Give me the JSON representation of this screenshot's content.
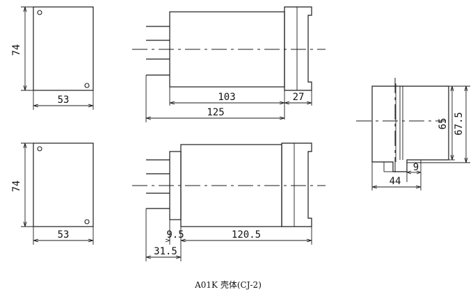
{
  "caption": "A01K 壳体(CJ-2)",
  "views": {
    "front_top": {
      "height_label": "74",
      "width_label": "53"
    },
    "side_top": {
      "body_label": "103",
      "flange_label": "27",
      "total_label": "125"
    },
    "front_bottom": {
      "height_label": "74",
      "width_label": "53"
    },
    "side_bottom": {
      "gap_label": "9.5",
      "body_label": "120.5",
      "offset_label": "31.5"
    },
    "end_view": {
      "inner_label": "65",
      "outer_label": "67.5",
      "step_label": "9",
      "width_label": "44"
    }
  }
}
